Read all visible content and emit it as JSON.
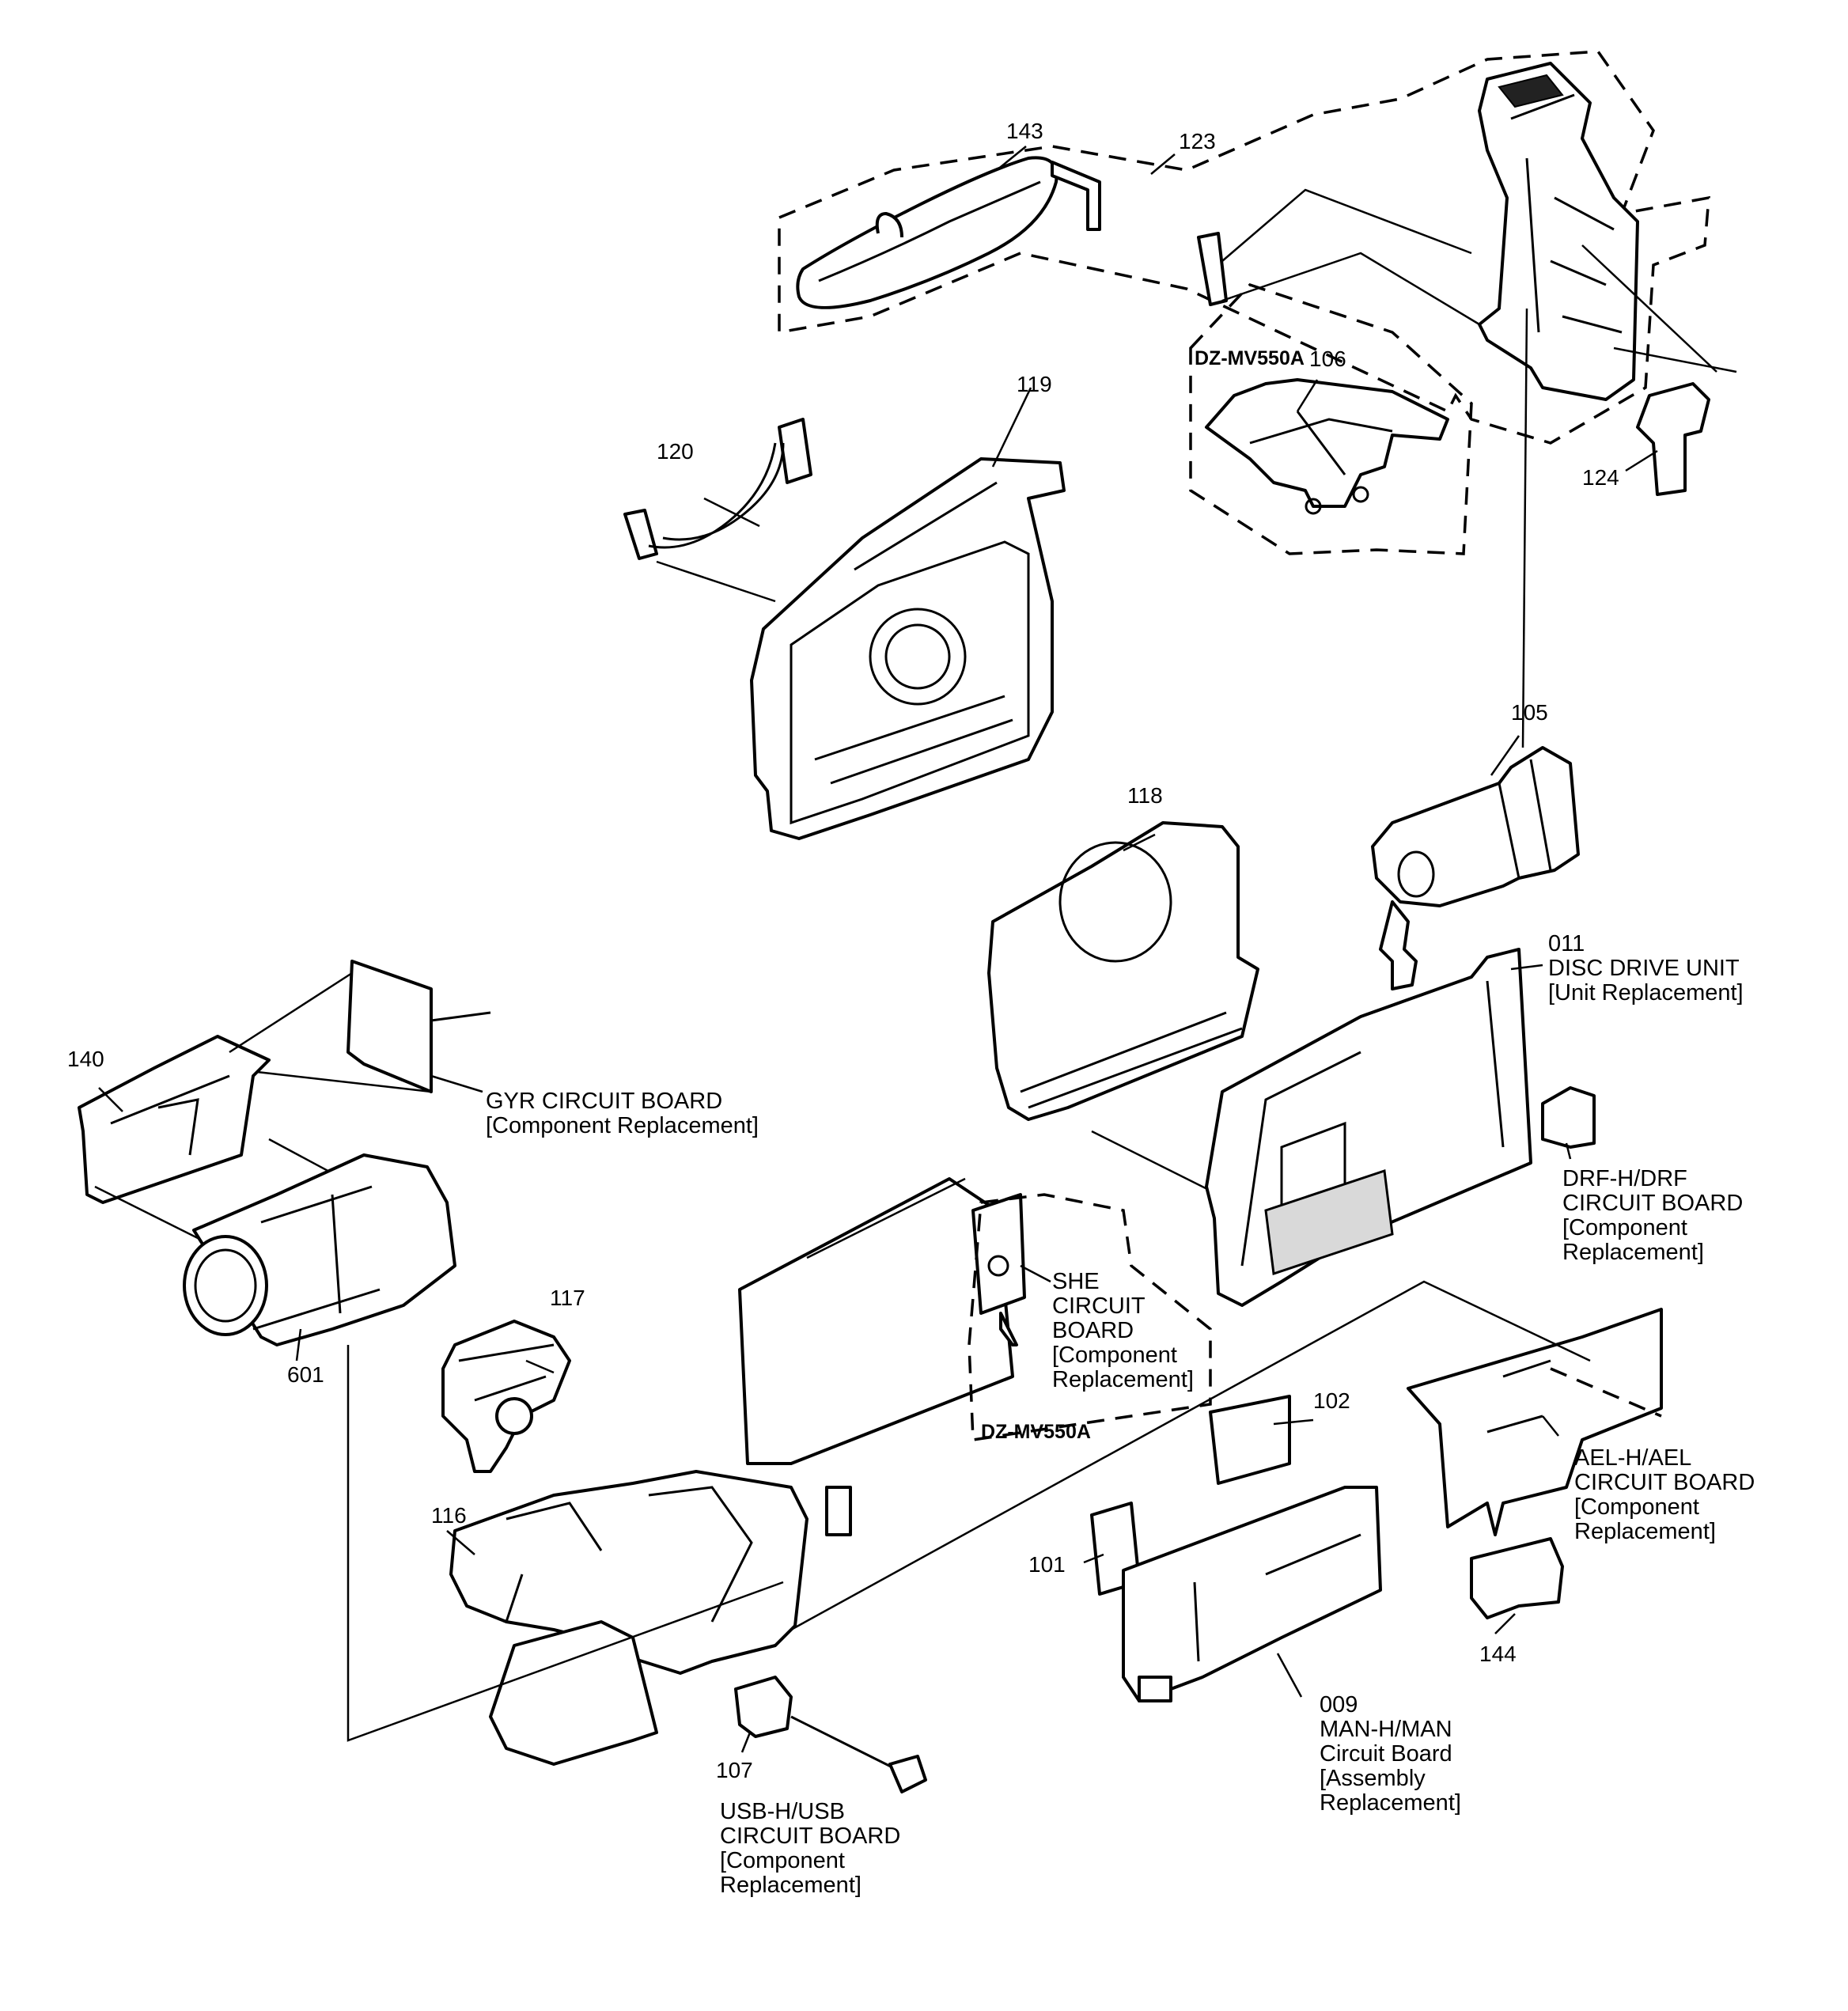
{
  "parts": {
    "p143": "143",
    "p123": "123",
    "p119": "119",
    "p120": "120",
    "p124": "124",
    "p106": "106",
    "p105": "105",
    "p118": "118",
    "p140": "140",
    "p117": "117",
    "p601": "601",
    "p116": "116",
    "p107": "107",
    "p102": "102",
    "p101": "101",
    "p144": "144"
  },
  "model_tags": {
    "top": "DZ-MV550A",
    "bottom": "DZ-MV550A"
  },
  "callouts": {
    "disc_drive": {
      "num": "011",
      "line1": "DISC DRIVE UNIT",
      "line2": "[Unit Replacement]"
    },
    "gyr": {
      "line1": "GYR CIRCUIT BOARD",
      "line2": "[Component Replacement]"
    },
    "drf": {
      "line1": "DRF-H/DRF",
      "line2": "CIRCUIT BOARD",
      "line3": "[Component",
      "line4": "Replacement]"
    },
    "she": {
      "line1": "SHE",
      "line2": "CIRCUIT",
      "line3": "BOARD",
      "line4": "[Component",
      "line5": "Replacement]"
    },
    "ael": {
      "line1": "AEL-H/AEL",
      "line2": "CIRCUIT BOARD",
      "line3": "[Component",
      "line4": "Replacement]"
    },
    "man": {
      "num": "009",
      "line1": "MAN-H/MAN",
      "line2": "Circuit Board",
      "line3": "[Assembly",
      "line4": "Replacement]"
    },
    "usb": {
      "line1": "USB-H/USB",
      "line2": "CIRCUIT BOARD",
      "line3": "[Component",
      "line4": "Replacement]"
    }
  }
}
